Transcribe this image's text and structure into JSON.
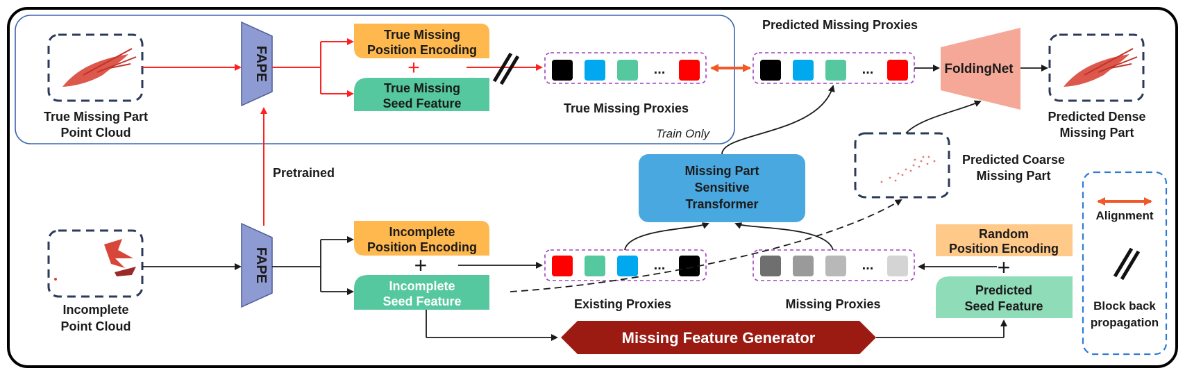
{
  "colors": {
    "red_token": "#ff0000",
    "blue_token": "#00a8f0",
    "green_token": "#55c8a0",
    "black_token": "#000000",
    "orange_box": "#ffb84d",
    "green_box": "#55c8a0",
    "light_green_box": "#8fdcb8",
    "light_orange_box": "#ffc98a",
    "fape": "#8e9bd3",
    "transformer": "#4aa8e0",
    "generator": "#9b1b12",
    "foldingnet": "#f6a898",
    "red_arrow": "#ff2020",
    "alignment_arrow": "#f05a28",
    "gray_tokens": [
      "#6f6f6f",
      "#9a9a9a",
      "#b8b8b8",
      "#d4d4d4"
    ]
  },
  "icons": [
    "point-cloud-missing-part",
    "point-cloud-incomplete",
    "point-cloud-coarse",
    "point-cloud-dense",
    "block-back-propagation-icon",
    "alignment-double-arrow"
  ],
  "train_region": {
    "true_missing_part_label": [
      "True Missing Part",
      "Point Cloud"
    ],
    "fape_top": "FAPE",
    "true_pos_enc": [
      "True Missing",
      "Position Encoding"
    ],
    "true_seed_feat": [
      "True Missing",
      "Seed Feature"
    ],
    "plus": "+",
    "true_proxies_label": "True Missing Proxies",
    "train_only": "Train Only",
    "ellipsis": "..."
  },
  "pretrained_label": "Pretrained",
  "predicted_proxies_label": "Predicted Missing Proxies",
  "foldingnet": "FoldingNet",
  "predicted_dense_label": [
    "Predicted Dense",
    "Missing Part"
  ],
  "predicted_coarse_label": [
    "Predicted Coarse",
    "Missing Part"
  ],
  "transformer": [
    "Missing Part",
    "Sensitive",
    "Transformer"
  ],
  "bottom": {
    "incomplete_label": [
      "Incomplete",
      "Point Cloud"
    ],
    "fape_bottom": "FAPE",
    "incomplete_pos_enc": [
      "Incomplete",
      "Position Encoding"
    ],
    "incomplete_seed_feat": [
      "Incomplete",
      "Seed Feature"
    ],
    "plus": "+",
    "existing_proxies_label": "Existing Proxies",
    "missing_proxies_label": "Missing Proxies",
    "random_pos_enc": [
      "Random",
      "Position Encoding"
    ],
    "predicted_seed_feat": [
      "Predicted",
      "Seed Feature"
    ],
    "generator": "Missing Feature Generator",
    "ellipsis": "..."
  },
  "legend": {
    "alignment": "Alignment",
    "block": [
      "Block back",
      "propagation"
    ]
  }
}
